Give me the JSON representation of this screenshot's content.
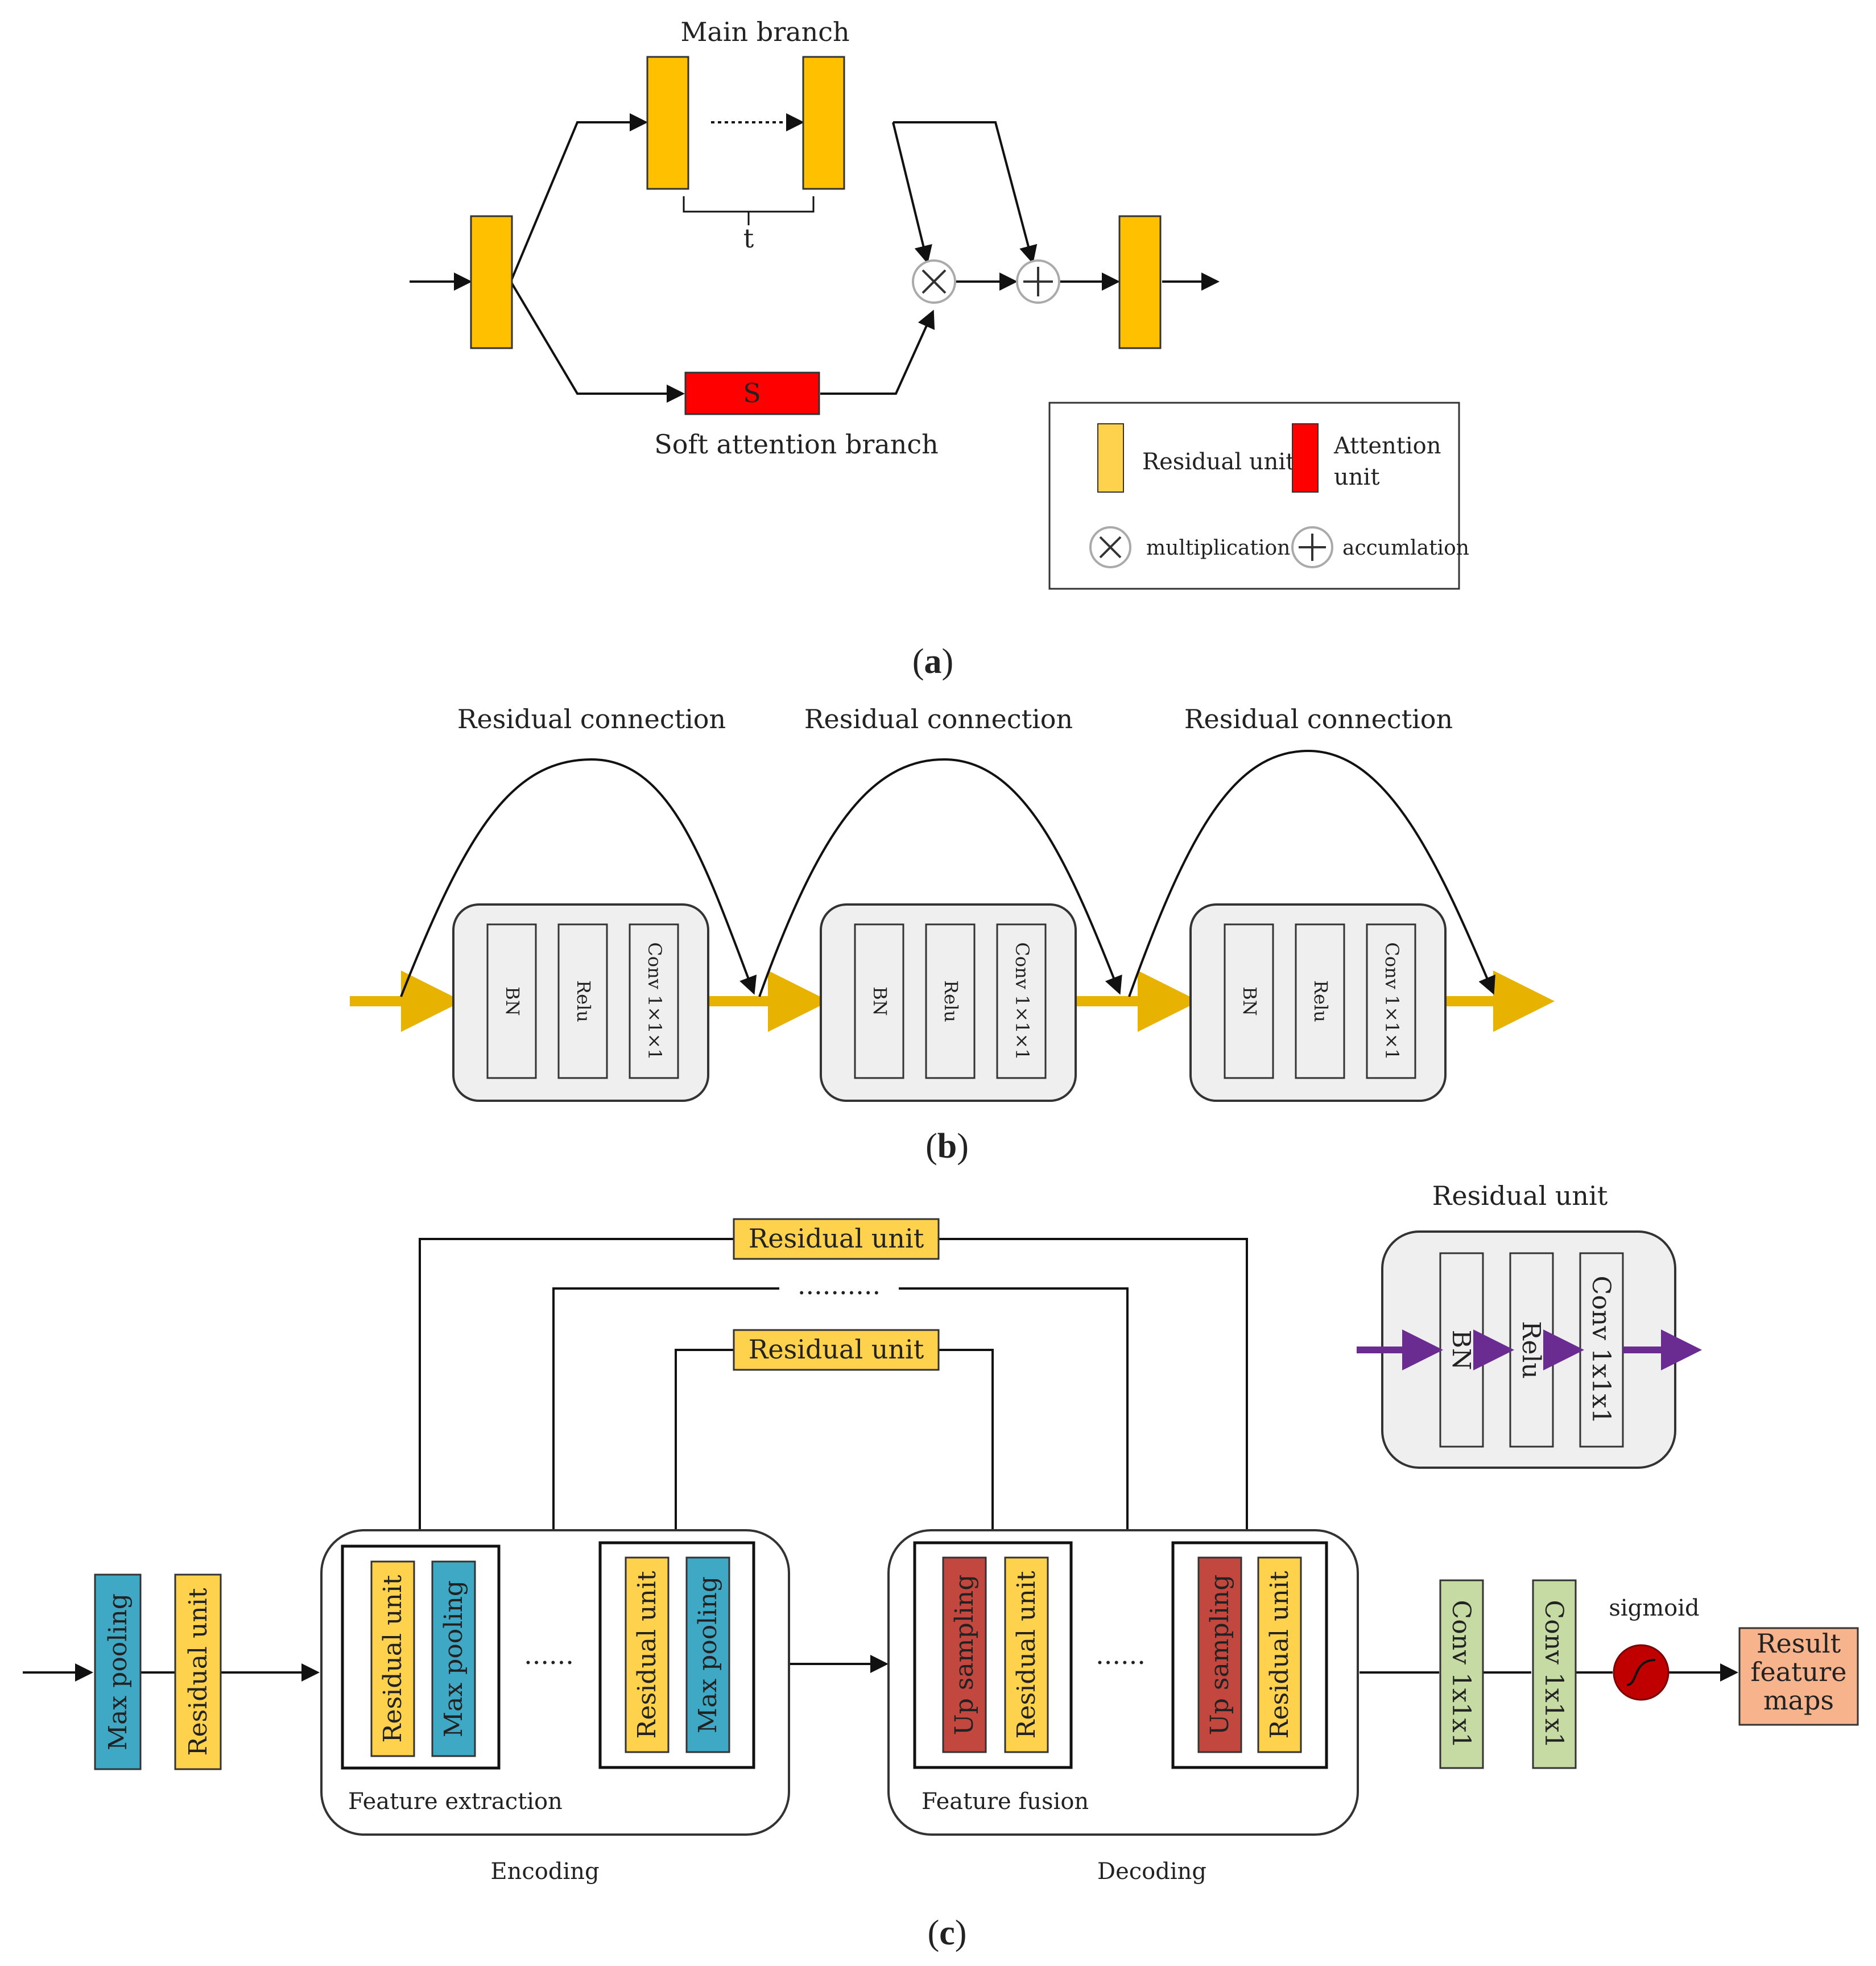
{
  "colors": {
    "residual": "#FFC000",
    "residual_light": "#FFE066",
    "attention": "#FF0000",
    "maxpool": "#3FA8C4",
    "upsample": "#C1473F",
    "conv": "#C6DBA3",
    "result": "#F7B48C",
    "sigmoid": "#C00000",
    "panel_gray": "#EFEFEF",
    "yellow_arrow": "#E8B200",
    "purple_arrow": "#6A2C91"
  },
  "panel_a": {
    "caption_open": "(",
    "caption_letter": "a",
    "caption_close": ")",
    "main_branch": "Main branch",
    "t_label": "t",
    "s_label": "S",
    "soft_attention": "Soft attention branch",
    "legend": {
      "residual_unit": "Residual unit",
      "attention_line1": "Attention",
      "attention_line2": "unit",
      "multiplication": "multiplication",
      "accumulation": "accumlation"
    }
  },
  "panel_b": {
    "caption_open": "(",
    "caption_letter": "b",
    "caption_close": ")",
    "residual_connection": [
      "Residual connection",
      "Residual connection",
      "Residual connection"
    ],
    "blocks": [
      {
        "bn": "BN",
        "relu": "Relu",
        "conv": "Conv 1×1×1"
      },
      {
        "bn": "BN",
        "relu": "Relu",
        "conv": "Conv 1×1×1"
      },
      {
        "bn": "BN",
        "relu": "Relu",
        "conv": "Conv 1×1×1"
      }
    ]
  },
  "panel_c": {
    "caption_open": "(",
    "caption_letter": "c",
    "caption_close": ")",
    "skip_top": "Residual unit",
    "skip_dots": "..........",
    "skip_bottom": "Residual unit",
    "max_pooling": "Max pooling",
    "residual_unit": "Residual unit",
    "up_sampling": "Up sampling",
    "ellipsis": "......",
    "feature_extraction": "Feature extraction",
    "feature_fusion": "Feature fusion",
    "encoding": "Encoding",
    "decoding": "Decoding",
    "conv1": "Conv 1x1x1",
    "conv2": "Conv 1x1x1",
    "sigmoid": "sigmoid",
    "result_line1": "Result",
    "result_line2": "feature",
    "result_line3": "maps",
    "inset": {
      "title": "Residual unit",
      "bn": "BN",
      "relu": "Relu",
      "conv": "Conv 1x1x1"
    }
  }
}
